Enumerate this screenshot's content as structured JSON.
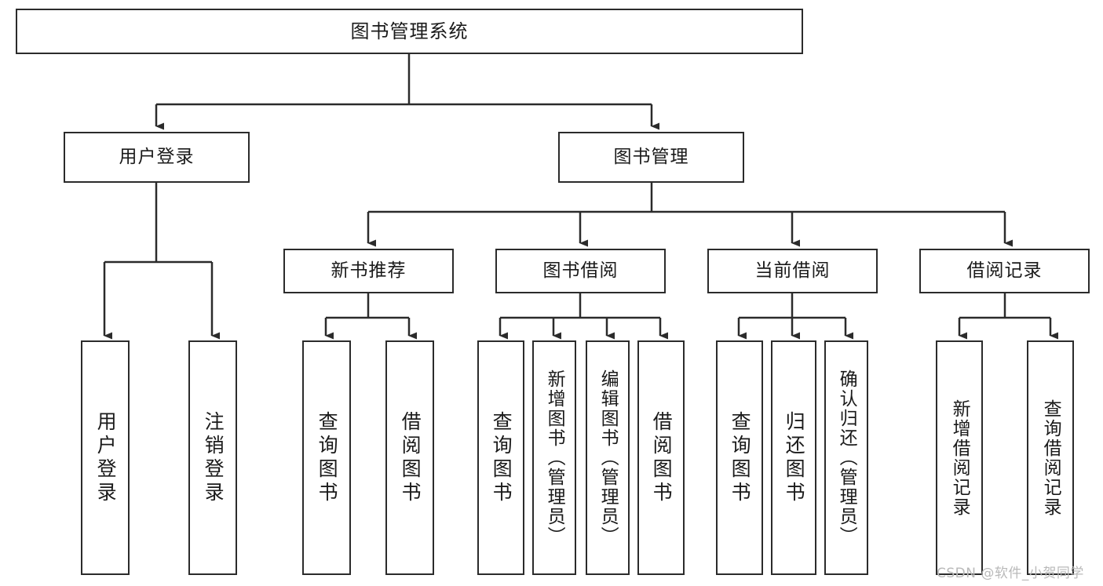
{
  "diagram": {
    "title": "图书管理系统",
    "type": "tree-hierarchy-chart",
    "colors": {
      "box_border": "#2b2b2b",
      "box_fill": "#ffffff",
      "edge": "#2b2b2b",
      "text": "#1a1a1a",
      "watermark": "#b9b9b9",
      "background": "#ffffff"
    },
    "levels": {
      "root": {
        "label": "图书管理系统"
      },
      "level2": [
        {
          "label": "用户登录"
        },
        {
          "label": "图书管理"
        }
      ],
      "level3": [
        {
          "label": "新书推荐"
        },
        {
          "label": "图书借阅"
        },
        {
          "label": "当前借阅"
        },
        {
          "label": "借阅记录"
        }
      ],
      "leaves": [
        {
          "label": "用户登录",
          "parent": "用户登录"
        },
        {
          "label": "注销登录",
          "parent": "用户登录"
        },
        {
          "label": "查询图书",
          "parent": "新书推荐"
        },
        {
          "label": "借阅图书",
          "parent": "新书推荐"
        },
        {
          "label": "查询图书",
          "parent": "图书借阅"
        },
        {
          "label": "新增图书（管理员）",
          "parent": "图书借阅"
        },
        {
          "label": "编辑图书（管理员）",
          "parent": "图书借阅"
        },
        {
          "label": "借阅图书",
          "parent": "图书借阅"
        },
        {
          "label": "查询图书",
          "parent": "当前借阅"
        },
        {
          "label": "归还图书",
          "parent": "当前借阅"
        },
        {
          "label": "确认归还（管理员）",
          "parent": "当前借阅"
        },
        {
          "label": "新增借阅记录",
          "parent": "借阅记录"
        },
        {
          "label": "查询借阅记录",
          "parent": "借阅记录"
        }
      ]
    }
  },
  "watermark": {
    "text": "CSDN @软件_小贺同学"
  }
}
